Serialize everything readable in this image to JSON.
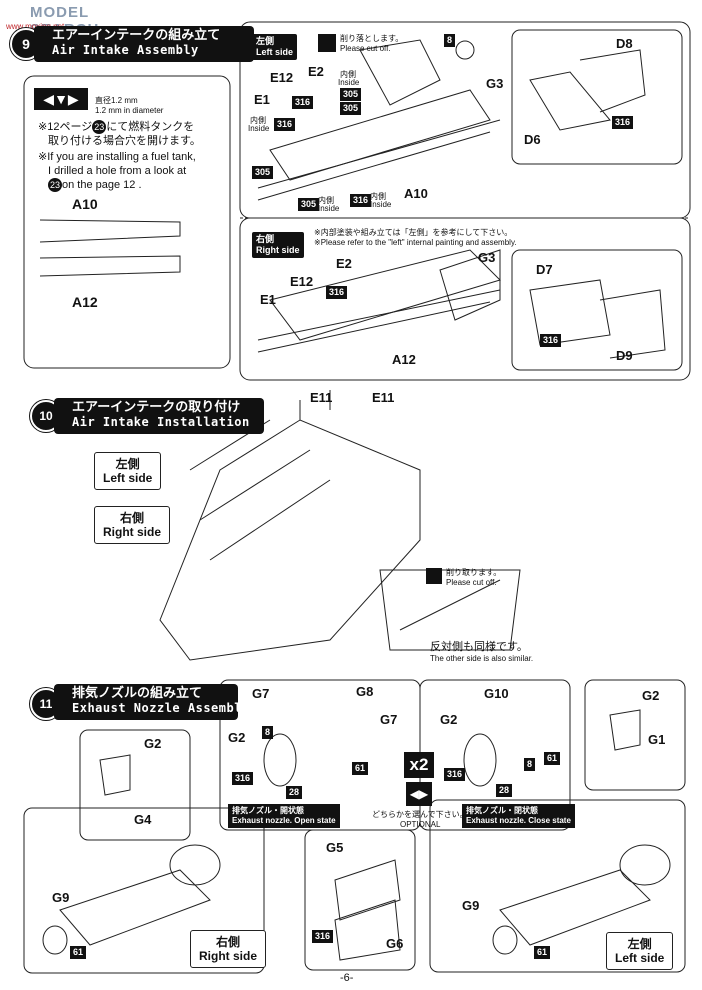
{
  "header": {
    "watermark": "MODEL SEARCH",
    "url": "www.moxing.net"
  },
  "step9": {
    "number": "9",
    "title_jp": "エアーインテークの組み立て",
    "title_en": "Air Intake Assembly",
    "drill": {
      "size_jp": "直径1.2 mm",
      "size_en": "1.2 mm in diameter",
      "note_jp_1": "※12ページ",
      "ref": "23",
      "note_jp_2": "にて燃料タンクを",
      "note_jp_3": "取り付ける場合穴を開けます。",
      "note_en_1": "※If you are installing a fuel tank,",
      "note_en_2": "I drilled a hole from a look at",
      "note_en_3": "on the page 12 ."
    },
    "parts_drill": [
      "A10",
      "A12"
    ],
    "left": {
      "tag_jp": "左側",
      "tag_en": "Left side",
      "cut_jp": "削り落とします。",
      "cut_en": "Please cut off.",
      "inside_jp": "内側",
      "inside_en": "Inside",
      "parts": [
        "E12",
        "E2",
        "E1",
        "A10",
        "G3",
        "D8",
        "D6"
      ],
      "chips": [
        "8",
        "316",
        "305",
        "305",
        "316",
        "305",
        "305",
        "316",
        "316"
      ]
    },
    "right": {
      "tag_jp": "右側",
      "tag_en": "Right side",
      "note_jp": "※内部塗装や組み立ては「左側」を参考にして下さい。",
      "note_en": "※Please refer to the \"left\" internal painting and assembly.",
      "parts": [
        "E2",
        "G3",
        "E12",
        "E1",
        "A12",
        "D7",
        "D9"
      ],
      "chips": [
        "316",
        "316"
      ]
    }
  },
  "step10": {
    "number": "10",
    "title_jp": "エアーインテークの取り付け",
    "title_en": "Air Intake Installation",
    "left_jp": "左側",
    "left_en": "Left side",
    "right_jp": "右側",
    "right_en": "Right side",
    "parts": [
      "E11",
      "E11"
    ],
    "cut_jp": "削り取ります。",
    "cut_en": "Please cut off.",
    "other_jp": "反対側も同様です。",
    "other_en": "The other side is also similar."
  },
  "step11": {
    "number": "11",
    "title_jp": "排気ノズルの組み立て",
    "title_en": "Exhaust Nozzle Assembly",
    "open": {
      "parts": [
        "G7",
        "G8",
        "G7",
        "G2"
      ],
      "chips": [
        "8",
        "316",
        "28",
        "61"
      ],
      "label_jp": "排気ノズル・開状態",
      "label_en": "Exhaust nozzle. Open state"
    },
    "close": {
      "parts": [
        "G10",
        "G2"
      ],
      "chips": [
        "61",
        "316",
        "8",
        "28"
      ],
      "label_jp": "排気ノズル・閉状態",
      "label_en": "Exhaust nozzle. Close state"
    },
    "x2": "x2",
    "optional_jp": "どちらかを選んで下さい。",
    "optional_en": "OPTIONAL",
    "left_parts": [
      "G2",
      "G4",
      "G9"
    ],
    "center_parts": [
      "G5",
      "G6"
    ],
    "right_parts": [
      "G2",
      "G1",
      "G9"
    ],
    "chips": [
      "61",
      "316",
      "61"
    ],
    "right_tag_jp": "右側",
    "right_tag_en": "Right side",
    "left_tag_jp": "左側",
    "left_tag_en": "Left side"
  },
  "footer": {
    "page": "-6-"
  }
}
